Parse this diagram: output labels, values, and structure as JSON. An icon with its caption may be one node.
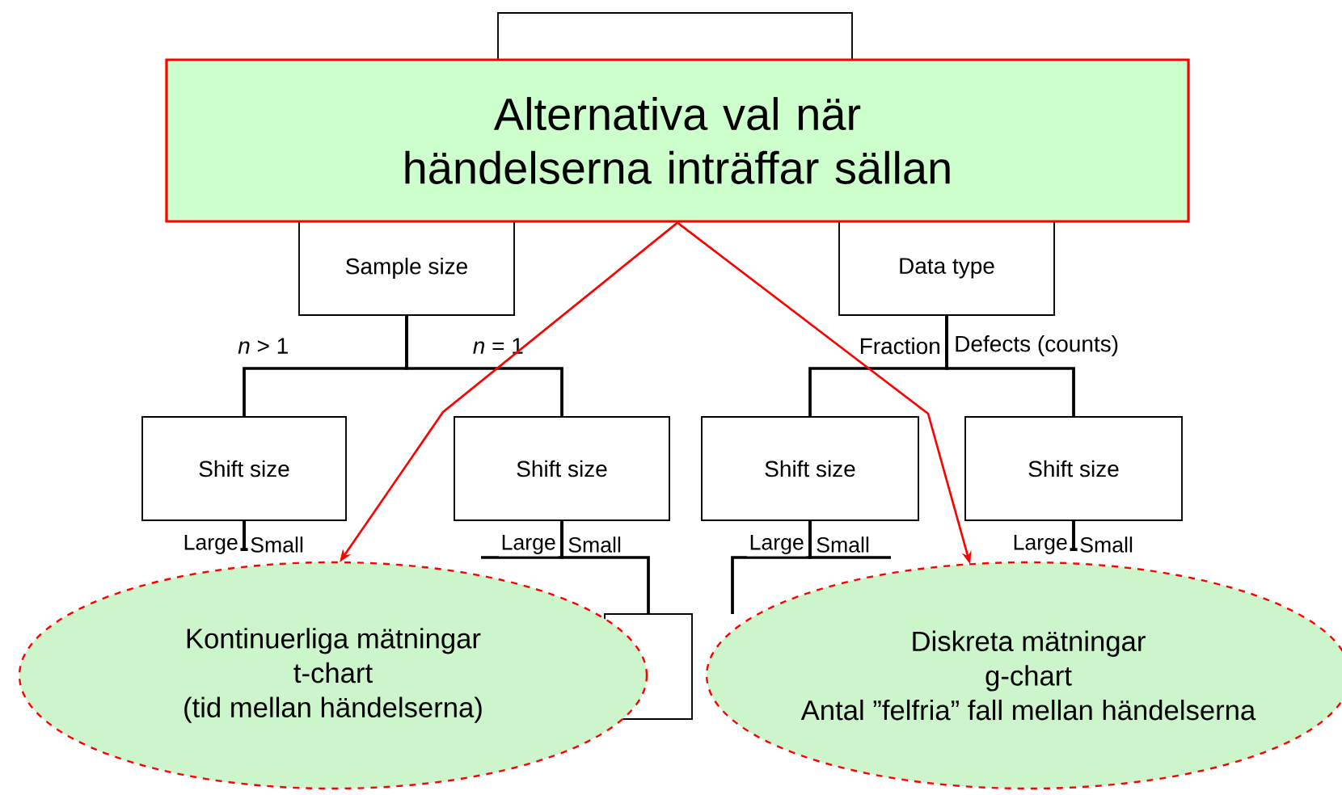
{
  "diagram": {
    "nodes": [
      {
        "text": [],
        "shape": "box"
      },
      {
        "text": [
          "Alternativa val när händelserna inträffar sällan"
        ]
      },
      {
        "text": [
          "Sample size"
        ]
      },
      {
        "text": [
          "Data type"
        ]
      },
      {
        "text": [
          "Shift size"
        ]
      },
      {
        "text": [
          "Shift size"
        ]
      },
      {
        "text": [
          "Shift size"
        ]
      },
      {
        "text": [
          "Shift size"
        ]
      },
      {
        "text": [],
        "shape": "box"
      },
      {
        "text": [
          "Kontinuerliga mätningar",
          "t-chart",
          "(tid mellan händelserna)"
        ]
      },
      {
        "text": [
          "Diskreta mätningar",
          "g-chart",
          "Antal ”felfria” fall mellan händelserna"
        ]
      }
    ],
    "edges": [
      {
        "from": 2,
        "to": 4,
        "arrow": "none",
        "label": "*n* > 1"
      },
      {
        "from": 2,
        "to": 5,
        "arrow": "none",
        "label": "*n* = 1"
      },
      {
        "from": 3,
        "to": 6,
        "arrow": "none",
        "label": "Fraction"
      },
      {
        "from": 3,
        "to": 7,
        "arrow": "none",
        "label": "Defects (counts)"
      },
      {
        "from": 5,
        "to": 8,
        "arrow": "none",
        "label": "Small"
      },
      {
        "from": 1,
        "to": 9,
        "arrow": "to",
        "color": "#ff0000"
      },
      {
        "from": 1,
        "to": 10,
        "arrow": "to",
        "color": "#ff0000"
      }
    ],
    "labels": [
      "Large",
      "Small",
      "Large",
      "Large",
      "Small",
      "Large",
      "Small"
    ]
  }
}
